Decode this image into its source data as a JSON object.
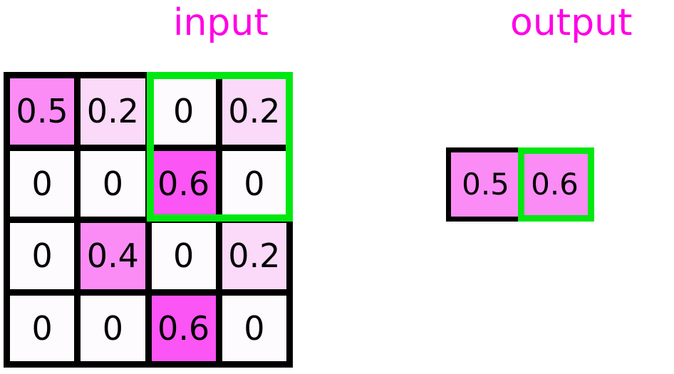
{
  "panels": {
    "input": {
      "label": "input"
    },
    "output": {
      "label": "output"
    }
  },
  "colors": {
    "label_magenta": "#ff00e6",
    "highlight_green": "#00e810",
    "grid_line_black": "#000000",
    "value_zero_bg": "#fdfbfd",
    "value_low_bg": "#fbd9f9",
    "value_mid_bg": "#fb8cf6",
    "value_high_bg": "#fb55f5",
    "text_black": "#000000"
  },
  "chart_data": {
    "type": "heatmap",
    "title": "",
    "xlabel": "",
    "ylabel": "",
    "input_grid": {
      "rows": 4,
      "cols": 4,
      "values": [
        [
          "0.5",
          "0.2",
          "0",
          "0.2"
        ],
        [
          "0",
          "0",
          "0.6",
          "0"
        ],
        [
          "0",
          "0.4",
          "0",
          "0.2"
        ],
        [
          "0",
          "0",
          "0.6",
          "0"
        ]
      ],
      "cell_colors": [
        [
          "#fb8cf6",
          "#fbd9f9",
          "#fdfbfd",
          "#fbd9f9"
        ],
        [
          "#fdfbfd",
          "#fdfbfd",
          "#fb55f5",
          "#fdfbfd"
        ],
        [
          "#fdfbfd",
          "#fb8cf6",
          "#fdfbfd",
          "#fbd9f9"
        ],
        [
          "#fdfbfd",
          "#fdfbfd",
          "#fb55f5",
          "#fdfbfd"
        ]
      ],
      "highlight_region": {
        "row_start": 0,
        "row_end": 1,
        "col_start": 2,
        "col_end": 3,
        "color": "#00e810"
      }
    },
    "output_grid": {
      "rows": 1,
      "cols": 2,
      "values": [
        [
          "0.5",
          "0.6"
        ]
      ],
      "cell_colors": [
        [
          "#fb8cf6",
          "#fb8cf6"
        ]
      ],
      "highlight_region": {
        "row_start": 0,
        "row_end": 0,
        "col_start": 1,
        "col_end": 1,
        "color": "#00e810"
      }
    }
  }
}
